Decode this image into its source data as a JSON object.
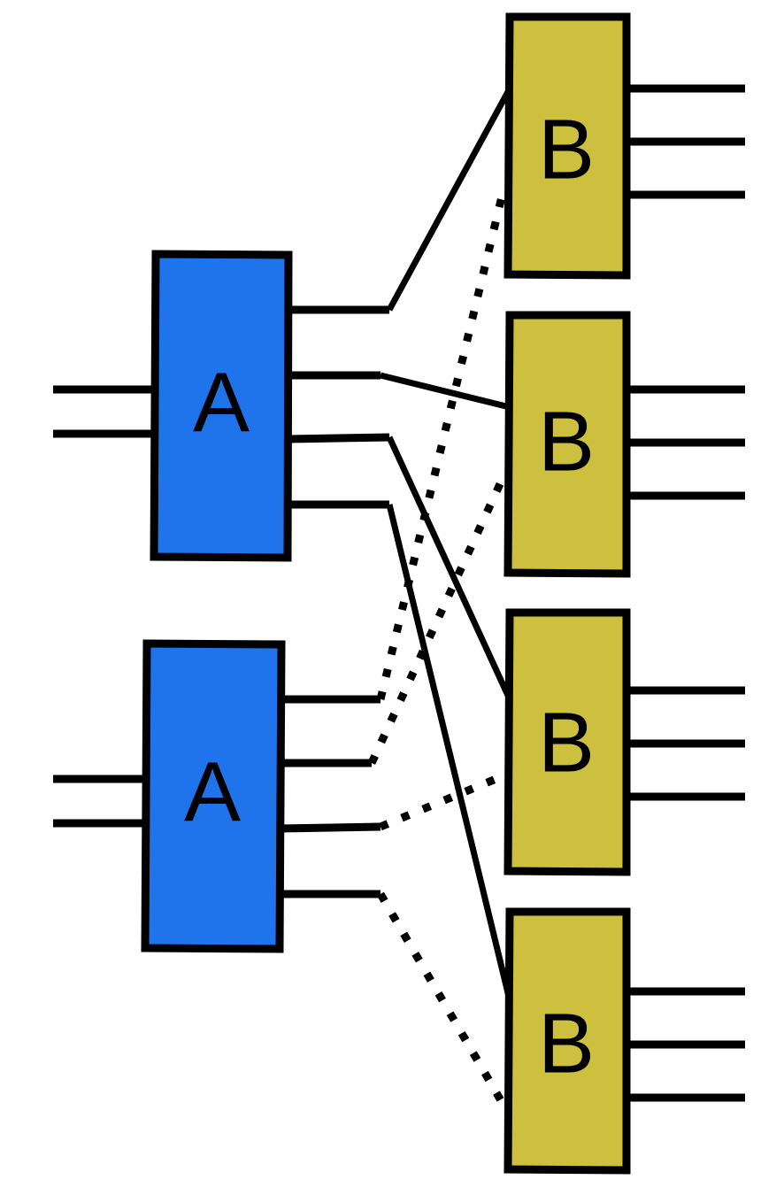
{
  "colors": {
    "block_a_fill": "#1f74ec",
    "block_b_fill": "#cdc03e",
    "stroke": "#000000",
    "background": "#ffffff"
  },
  "blocks": {
    "a1": {
      "label": "A"
    },
    "a2": {
      "label": "A"
    },
    "b1": {
      "label": "B"
    },
    "b2": {
      "label": "B"
    },
    "b3": {
      "label": "B"
    },
    "b4": {
      "label": "B"
    }
  },
  "connections": [
    {
      "from": "a1",
      "from_output": 1,
      "to": "b1",
      "style": "solid"
    },
    {
      "from": "a1",
      "from_output": 2,
      "to": "b2",
      "style": "solid"
    },
    {
      "from": "a1",
      "from_output": 3,
      "to": "b3",
      "style": "solid"
    },
    {
      "from": "a1",
      "from_output": 4,
      "to": "b4",
      "style": "solid"
    },
    {
      "from": "a2",
      "from_output": 1,
      "to": "b1",
      "style": "dotted"
    },
    {
      "from": "a2",
      "from_output": 2,
      "to": "b2",
      "style": "dotted"
    },
    {
      "from": "a2",
      "from_output": 3,
      "to": "b3",
      "style": "dotted"
    },
    {
      "from": "a2",
      "from_output": 4,
      "to": "b4",
      "style": "dotted"
    }
  ]
}
